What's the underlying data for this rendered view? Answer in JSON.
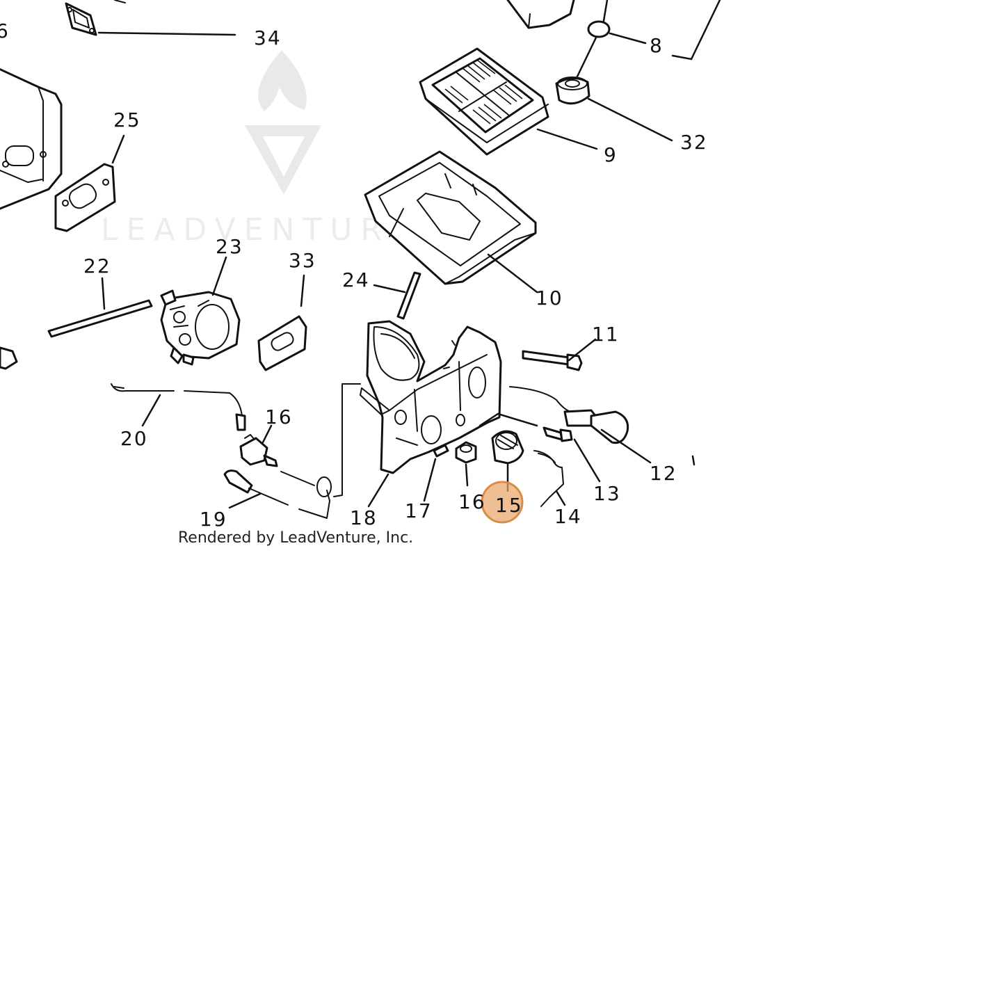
{
  "diagram": {
    "watermark_text": "LEADVENTURE",
    "credit": "Rendered by LeadVenture, Inc.",
    "highlight_color": "#e9a66a",
    "selected_callout": "15",
    "callouts": {
      "c34": "34",
      "c6": "6",
      "c8": "8",
      "c25": "25",
      "c9": "9",
      "c32": "32",
      "c22": "22",
      "c23": "23",
      "c33": "33",
      "c24": "24",
      "c10": "10",
      "c11": "11",
      "c16a": "16",
      "c20": "20",
      "c12": "12",
      "c13": "13",
      "c19": "19",
      "c18": "18",
      "c17": "17",
      "c16b": "16",
      "c15": "15",
      "c14": "14"
    }
  }
}
